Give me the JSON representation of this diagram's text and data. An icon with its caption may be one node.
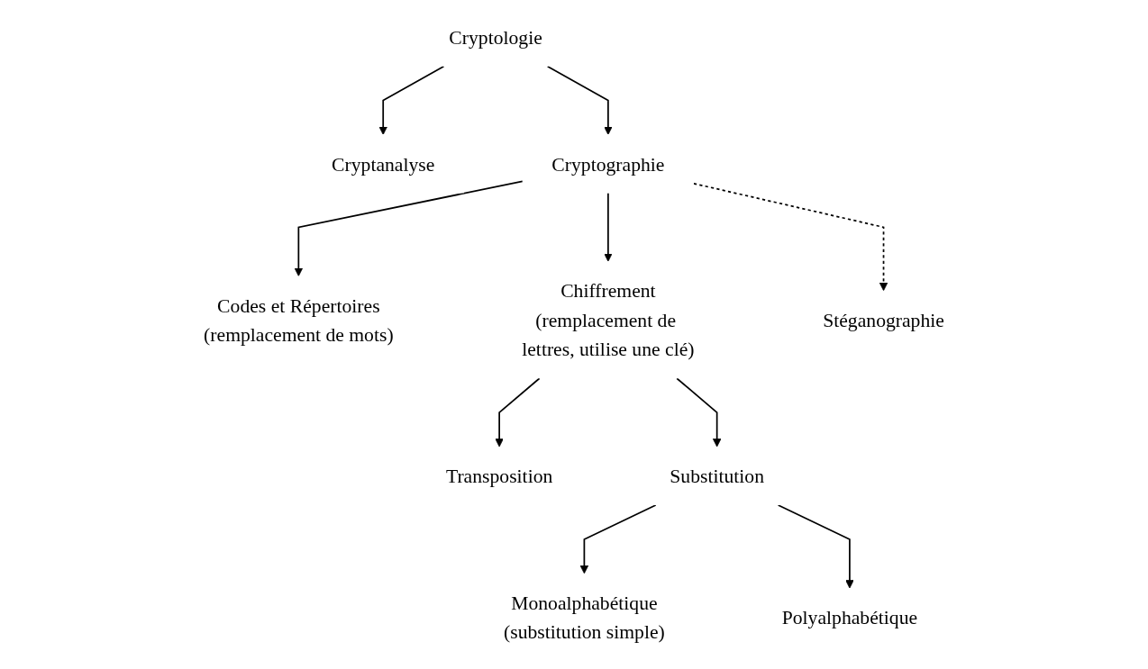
{
  "diagram": {
    "nodes": [
      {
        "text": [
          "Cryptologie"
        ]
      },
      {
        "text": [
          "Cryptanalyse"
        ]
      },
      {
        "text": [
          "Cryptographie"
        ]
      },
      {
        "text": [
          "Codes et Répertoires",
          "(remplacement de mots)"
        ]
      },
      {
        "text": [
          "Chiffrement",
          "(remplacement de lettres, utilise une clé)"
        ]
      },
      {
        "text": [
          "Stéganographie"
        ]
      },
      {
        "text": [
          "Transposition"
        ]
      },
      {
        "text": [
          "Substitution"
        ]
      },
      {
        "text": [
          "Monoalphabétique",
          "(substitution simple)"
        ]
      },
      {
        "text": [
          "Polyalphabétique"
        ]
      }
    ],
    "edges": [
      {
        "from": 0,
        "to": 1,
        "arrow": "to"
      },
      {
        "from": 0,
        "to": 2,
        "arrow": "to"
      },
      {
        "from": 2,
        "to": 3,
        "arrow": "to"
      },
      {
        "from": 2,
        "to": 4,
        "arrow": "to"
      },
      {
        "from": 2,
        "to": 5,
        "arrow": "to",
        "style": "dashed"
      },
      {
        "from": 4,
        "to": 6,
        "arrow": "to"
      },
      {
        "from": 4,
        "to": 7,
        "arrow": "to"
      },
      {
        "from": 7,
        "to": 8,
        "arrow": "to"
      },
      {
        "from": 7,
        "to": 9,
        "arrow": "to"
      }
    ]
  }
}
